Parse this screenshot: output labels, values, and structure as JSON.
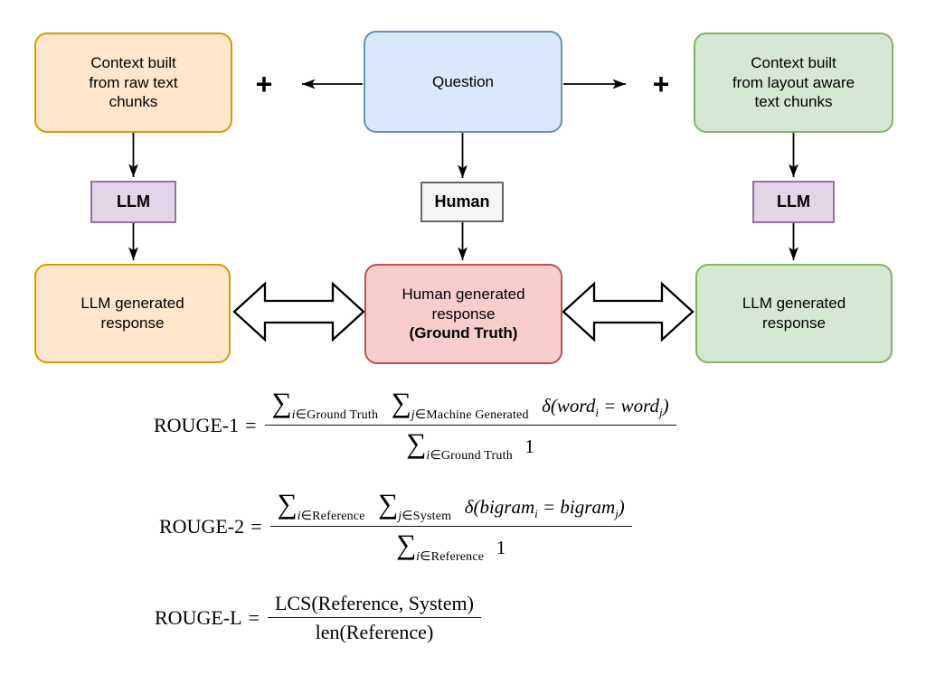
{
  "colors": {
    "orange_fill": "#FFE6CC",
    "orange_stroke": "#D79B00",
    "blue_fill": "#DAE8FC",
    "blue_stroke": "#6C8EBF",
    "green_fill": "#D5E8D4",
    "green_stroke": "#82B366",
    "purple_fill": "#E1D5E7",
    "purple_stroke": "#9673A6",
    "red_fill": "#F8CECC",
    "red_stroke": "#B85450",
    "gray_fill": "#F5F5F5",
    "gray_stroke": "#666666"
  },
  "nodes": {
    "context_raw": "Context built\nfrom raw text\nchunks",
    "question": "Question",
    "context_layout": "Context built\nfrom layout aware\ntext chunks",
    "llm_left": "LLM",
    "human": "Human",
    "llm_right": "LLM",
    "response_llm_left": "LLM generated\nresponse",
    "response_human_line1": "Human generated\nresponse",
    "response_human_line2": "(Ground Truth)",
    "response_llm_right": "LLM generated\nresponse",
    "plus_left": "+",
    "plus_right": "+"
  },
  "sigma": "∑",
  "formulas": [
    {
      "lhs": "ROUGE-1",
      "eq": "=",
      "num": {
        "sum1_var": "i",
        "sum1_set": "∈Ground Truth",
        "sum2_var": "j",
        "sum2_set": "∈Machine Generated",
        "expr_a": "δ(word",
        "sub_a": "i",
        "expr_b": " = word",
        "sub_b": "j",
        "expr_c": ")"
      },
      "den": {
        "sum_var": "i",
        "sum_set": "∈Ground Truth",
        "tail": "1"
      }
    },
    {
      "lhs": "ROUGE-2",
      "eq": "=",
      "num": {
        "sum1_var": "i",
        "sum1_set": "∈Reference",
        "sum2_var": "j",
        "sum2_set": "∈System",
        "expr_a": "δ(bigram",
        "sub_a": "i",
        "expr_b": " = bigram",
        "sub_b": "j",
        "expr_c": ")"
      },
      "den": {
        "sum_var": "i",
        "sum_set": "∈Reference",
        "tail": "1"
      }
    },
    {
      "lhs": "ROUGE-L",
      "eq": "=",
      "num_text": "LCS(Reference, System)",
      "den_text": "len(Reference)"
    }
  ]
}
